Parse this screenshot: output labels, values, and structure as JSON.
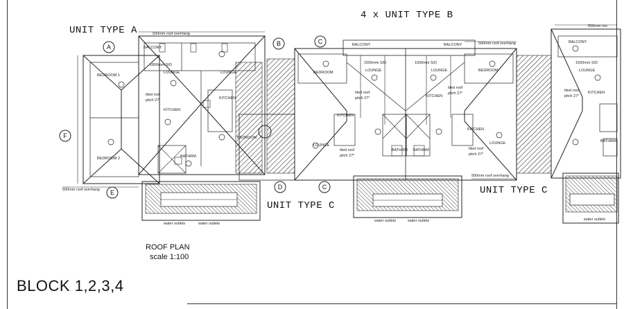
{
  "labels": {
    "unit_a": "UNIT TYPE A",
    "units_b": "4 x UNIT TYPE B",
    "unit_c1": "UNIT TYPE C",
    "unit_c2": "UNIT TYPE C"
  },
  "title_block": {
    "roof_plan": "ROOF PLAN",
    "scale": "scale 1:100",
    "block": "BLOCK 1,2,3,4"
  },
  "grid_markers": [
    "A",
    "B",
    "C",
    "C",
    "D",
    "E",
    "F"
  ],
  "notes": {
    "roof_overhang": "500mm roof overhang",
    "roof_overhang_short": "500mm roo",
    "water_outlets": "water outlets",
    "tiled_roof": "tiled roof",
    "pitch": "pitch 27°",
    "sd": "1500mm S/D",
    "sd2": "1800mm S/D"
  },
  "rooms": {
    "balcony": "BALCONY",
    "lounge": "LOUNGE",
    "kitchen": "KITCHEN",
    "bathrm": "BATHRM",
    "bedroom": "BEDROOM",
    "bedroom1": "BEDROOM 1",
    "bedroom2": "BEDROOM 2"
  }
}
